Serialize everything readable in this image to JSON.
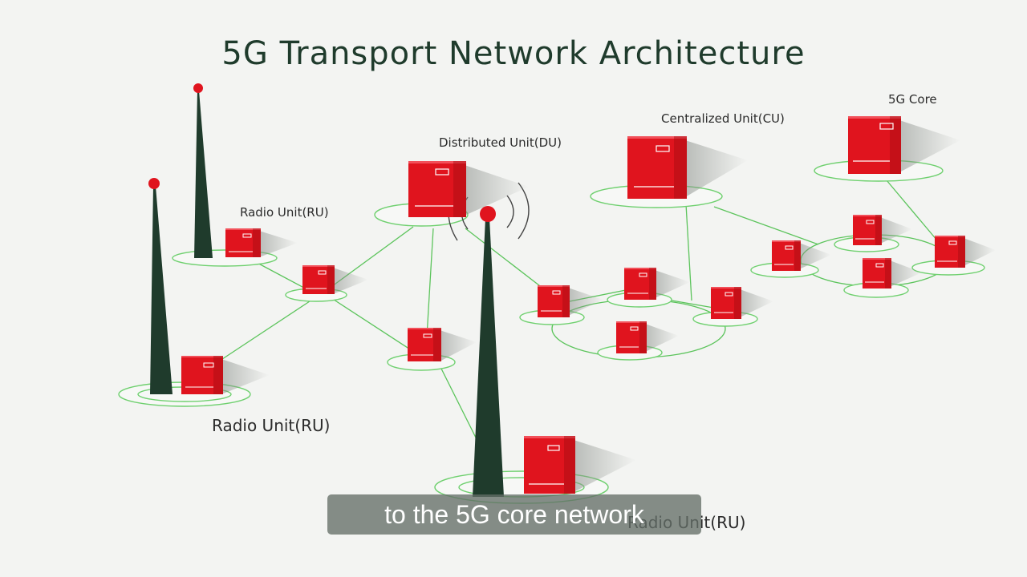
{
  "title": "5G Transport Network Architecture",
  "labels": {
    "ru_top": "Radio Unit(RU)",
    "ru_left": "Radio Unit(RU)",
    "ru_bottom": "Radio Unit(RU)",
    "du": "Distributed Unit(DU)",
    "cu": "Centralized Unit(CU)",
    "core": "5G Core"
  },
  "caption": "to the 5G core network",
  "colors": {
    "title": "#1f3b2c",
    "box": "#e0141e",
    "tower": "#1f3b2c",
    "tower_tip": "#e0141e",
    "link": "#5cc45c",
    "caption_bg": "#646e68"
  }
}
